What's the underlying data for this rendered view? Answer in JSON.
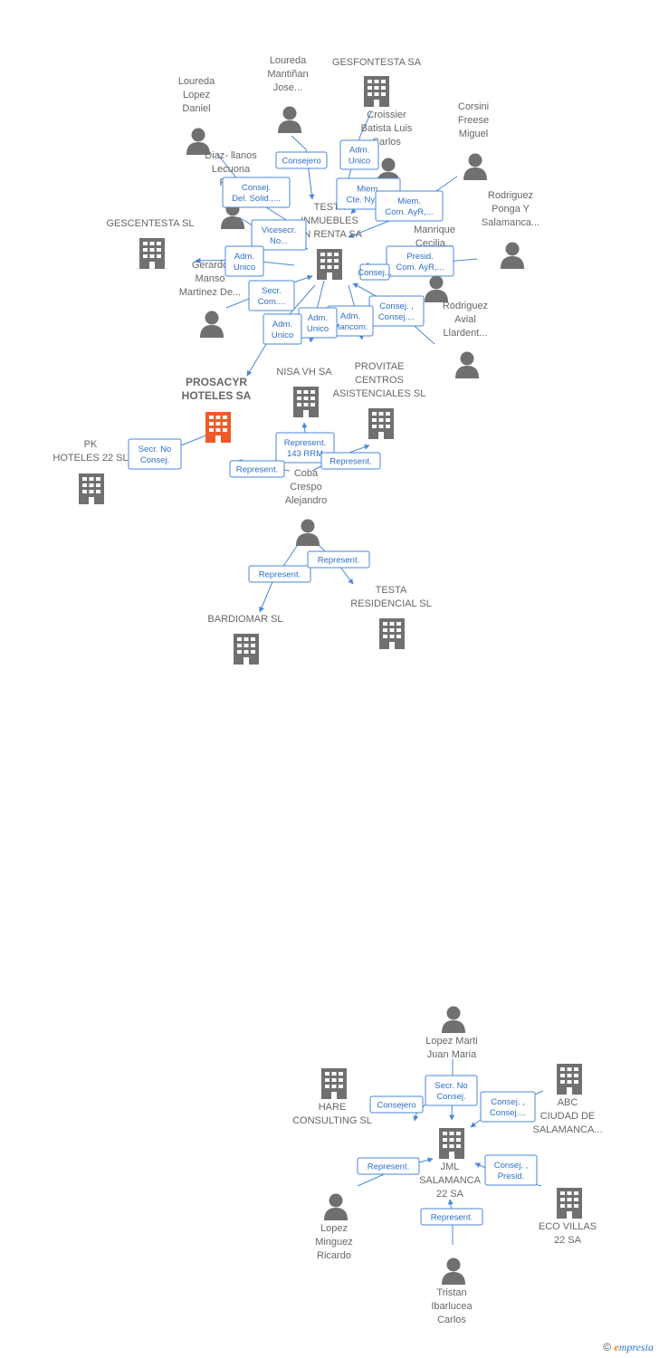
{
  "colors": {
    "company": "#707070",
    "focus_company": "#f05a28",
    "person": "#707070",
    "edge": "#4a87d8"
  },
  "nodes": [
    {
      "id": "prosacyr",
      "kind": "company",
      "focus": true,
      "lines": [
        "PROSACYR",
        "HOTELES SA"
      ]
    },
    {
      "id": "testa_inm",
      "kind": "company",
      "lines": [
        "TESTA",
        "INMUEBLES",
        "EN RENTA SA"
      ]
    },
    {
      "id": "gesfontesta",
      "kind": "company",
      "lines": [
        "GESFONTESTA SA"
      ]
    },
    {
      "id": "gescentesta",
      "kind": "company",
      "lines": [
        "GESCENTESTA SL"
      ]
    },
    {
      "id": "nisa",
      "kind": "company",
      "lines": [
        "NISA VH SA"
      ]
    },
    {
      "id": "provitae",
      "kind": "company",
      "lines": [
        "PROVITAE",
        "CENTROS",
        "ASISTENCIALES SL"
      ]
    },
    {
      "id": "pk",
      "kind": "company",
      "lines": [
        "PK",
        "HOTELES 22 SL"
      ]
    },
    {
      "id": "bardiomar",
      "kind": "company",
      "lines": [
        "BARDIOMAR SL"
      ]
    },
    {
      "id": "testa_res",
      "kind": "company",
      "lines": [
        "TESTA",
        "RESIDENCIAL SL"
      ]
    },
    {
      "id": "loureda_daniel",
      "kind": "person",
      "lines": [
        "Loureda",
        "Lopez",
        "Daniel"
      ]
    },
    {
      "id": "loureda_jose",
      "kind": "person",
      "lines": [
        "Loureda",
        "Mantiñan",
        "Jose..."
      ]
    },
    {
      "id": "croissier",
      "kind": "person",
      "lines": [
        "Croissier",
        "Batista Luis",
        "Carlos"
      ]
    },
    {
      "id": "corsini",
      "kind": "person",
      "lines": [
        "Corsini",
        "Freese",
        "Miguel"
      ]
    },
    {
      "id": "diaz",
      "kind": "person",
      "lines": [
        "Diaz- llanos",
        "Lecuona",
        "Fer..."
      ]
    },
    {
      "id": "rodriguez_ponga",
      "kind": "person",
      "lines": [
        "Rodriguez",
        "Ponga Y",
        "Salamanca..."
      ]
    },
    {
      "id": "manrique",
      "kind": "person",
      "lines": [
        "Manrique",
        "Cecilia..."
      ]
    },
    {
      "id": "gerardo",
      "kind": "person",
      "lines": [
        "Gerardo",
        "Manso",
        "Martinez De..."
      ]
    },
    {
      "id": "rodriguez_avial",
      "kind": "person",
      "lines": [
        "Rodriguez",
        "Avial",
        "Llardent..."
      ]
    },
    {
      "id": "coba",
      "kind": "person",
      "lines": [
        "Coba",
        "Crespo",
        "Alejandro"
      ]
    },
    {
      "id": "lopez_marti",
      "kind": "person",
      "lines": [
        "Lopez Marti",
        "Juan Maria"
      ]
    },
    {
      "id": "hare",
      "kind": "company",
      "lines": [
        "HARE",
        "CONSULTING SL"
      ]
    },
    {
      "id": "abc",
      "kind": "company",
      "lines": [
        "ABC",
        "CIUDAD DE",
        "SALAMANCA..."
      ]
    },
    {
      "id": "jml",
      "kind": "company",
      "lines": [
        "JML",
        "SALAMANCA",
        "22 SA"
      ]
    },
    {
      "id": "eco",
      "kind": "company",
      "lines": [
        "ECO VILLAS",
        "22 SA"
      ]
    },
    {
      "id": "lopez_minguez",
      "kind": "person",
      "lines": [
        "Lopez",
        "Minguez",
        "Ricardo"
      ]
    },
    {
      "id": "tristan",
      "kind": "person",
      "lines": [
        "Tristan",
        "Ibarlucea",
        "Carlos"
      ]
    }
  ],
  "edges": [
    {
      "id": "e1",
      "lines": [
        "Consejero"
      ]
    },
    {
      "id": "e2",
      "lines": [
        "Adm.",
        "Unico"
      ]
    },
    {
      "id": "e3",
      "lines": [
        "Miem.",
        "Cte. NyR,..."
      ]
    },
    {
      "id": "e4",
      "lines": [
        "Miem.",
        "Com. AyR,..."
      ]
    },
    {
      "id": "e5",
      "lines": [
        "Consej.",
        "Del. Solid.,..."
      ]
    },
    {
      "id": "e6",
      "lines": [
        "Vicesecr.",
        "No..."
      ]
    },
    {
      "id": "e7",
      "lines": [
        "Adm.",
        "Unico"
      ]
    },
    {
      "id": "e8",
      "lines": [
        "Presid.",
        "Com. AyR,..."
      ]
    },
    {
      "id": "e9",
      "lines": [
        "Consej..."
      ]
    },
    {
      "id": "e10",
      "lines": [
        "Secr.",
        "Com...."
      ]
    },
    {
      "id": "e11",
      "lines": [
        "Consej. ,",
        "Consej...."
      ]
    },
    {
      "id": "e12",
      "lines": [
        "Adm.",
        "Mancom."
      ]
    },
    {
      "id": "e13",
      "lines": [
        "Adm.",
        "Unico"
      ]
    },
    {
      "id": "e14",
      "lines": [
        "Adm.",
        "Unico"
      ]
    },
    {
      "id": "e15",
      "lines": [
        "Secr.  No",
        "Consej."
      ]
    },
    {
      "id": "e16",
      "lines": [
        "Represent.",
        "143 RRM"
      ]
    },
    {
      "id": "e17",
      "lines": [
        "Represent."
      ]
    },
    {
      "id": "e18",
      "lines": [
        "Represent."
      ]
    },
    {
      "id": "e19",
      "lines": [
        "Represent."
      ]
    },
    {
      "id": "e20",
      "lines": [
        "Represent."
      ]
    },
    {
      "id": "e21",
      "lines": [
        "Secr.  No",
        "Consej."
      ]
    },
    {
      "id": "e22",
      "lines": [
        "Consejero"
      ]
    },
    {
      "id": "e23",
      "lines": [
        "Consej. ,",
        "Consej...."
      ]
    },
    {
      "id": "e24",
      "lines": [
        "Represent."
      ]
    },
    {
      "id": "e25",
      "lines": [
        "Consej. ,",
        "Presid."
      ]
    },
    {
      "id": "e26",
      "lines": [
        "Represent."
      ]
    }
  ],
  "footer": {
    "copyright": "©",
    "brand_e": "e",
    "brand_rest": "mpresia"
  }
}
